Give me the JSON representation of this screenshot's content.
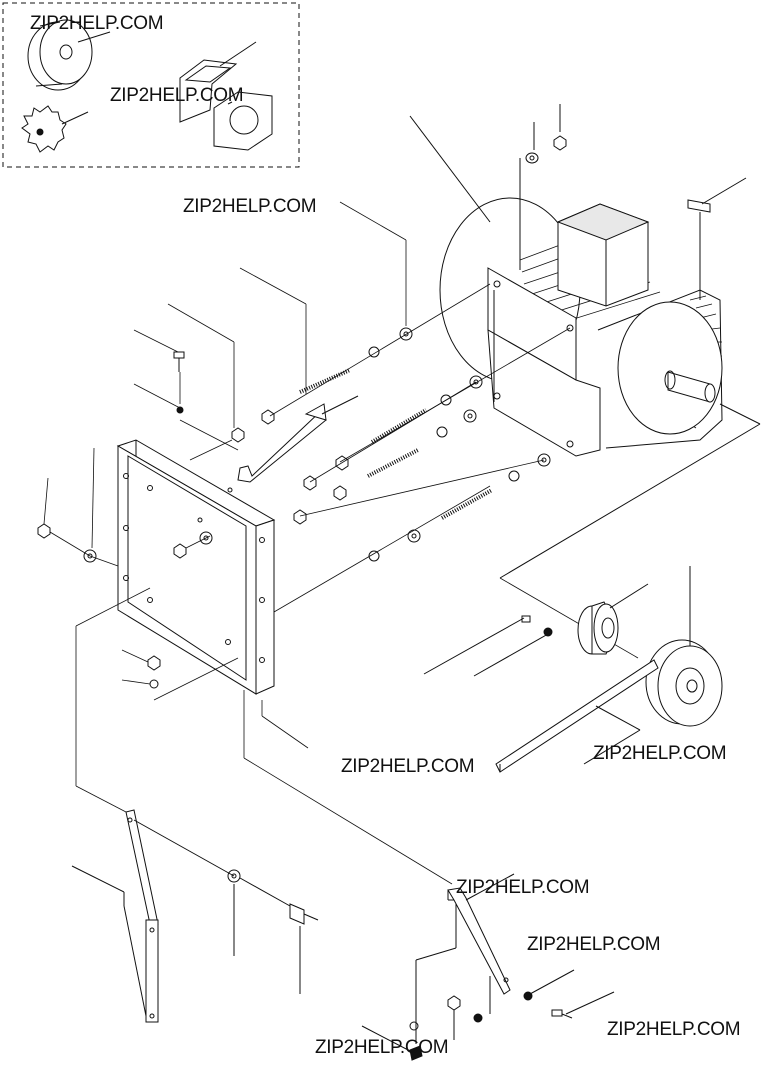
{
  "watermarks": [
    {
      "id": "wm1",
      "text": "ZIP2HELP.COM"
    },
    {
      "id": "wm2",
      "text": "ZIP2HELP.COM"
    },
    {
      "id": "wm3",
      "text": "ZIP2HELP.COM"
    },
    {
      "id": "wm4",
      "text": "ZIP2HELP.COM"
    },
    {
      "id": "wm5",
      "text": "ZIP2HELP.COM"
    },
    {
      "id": "wm6",
      "text": "ZIP2HELP.COM"
    },
    {
      "id": "wm7",
      "text": "ZIP2HELP.COM"
    },
    {
      "id": "wm8",
      "text": "ZIP2HELP.COM"
    },
    {
      "id": "wm9",
      "text": "ZIP2HELP.COM"
    }
  ]
}
